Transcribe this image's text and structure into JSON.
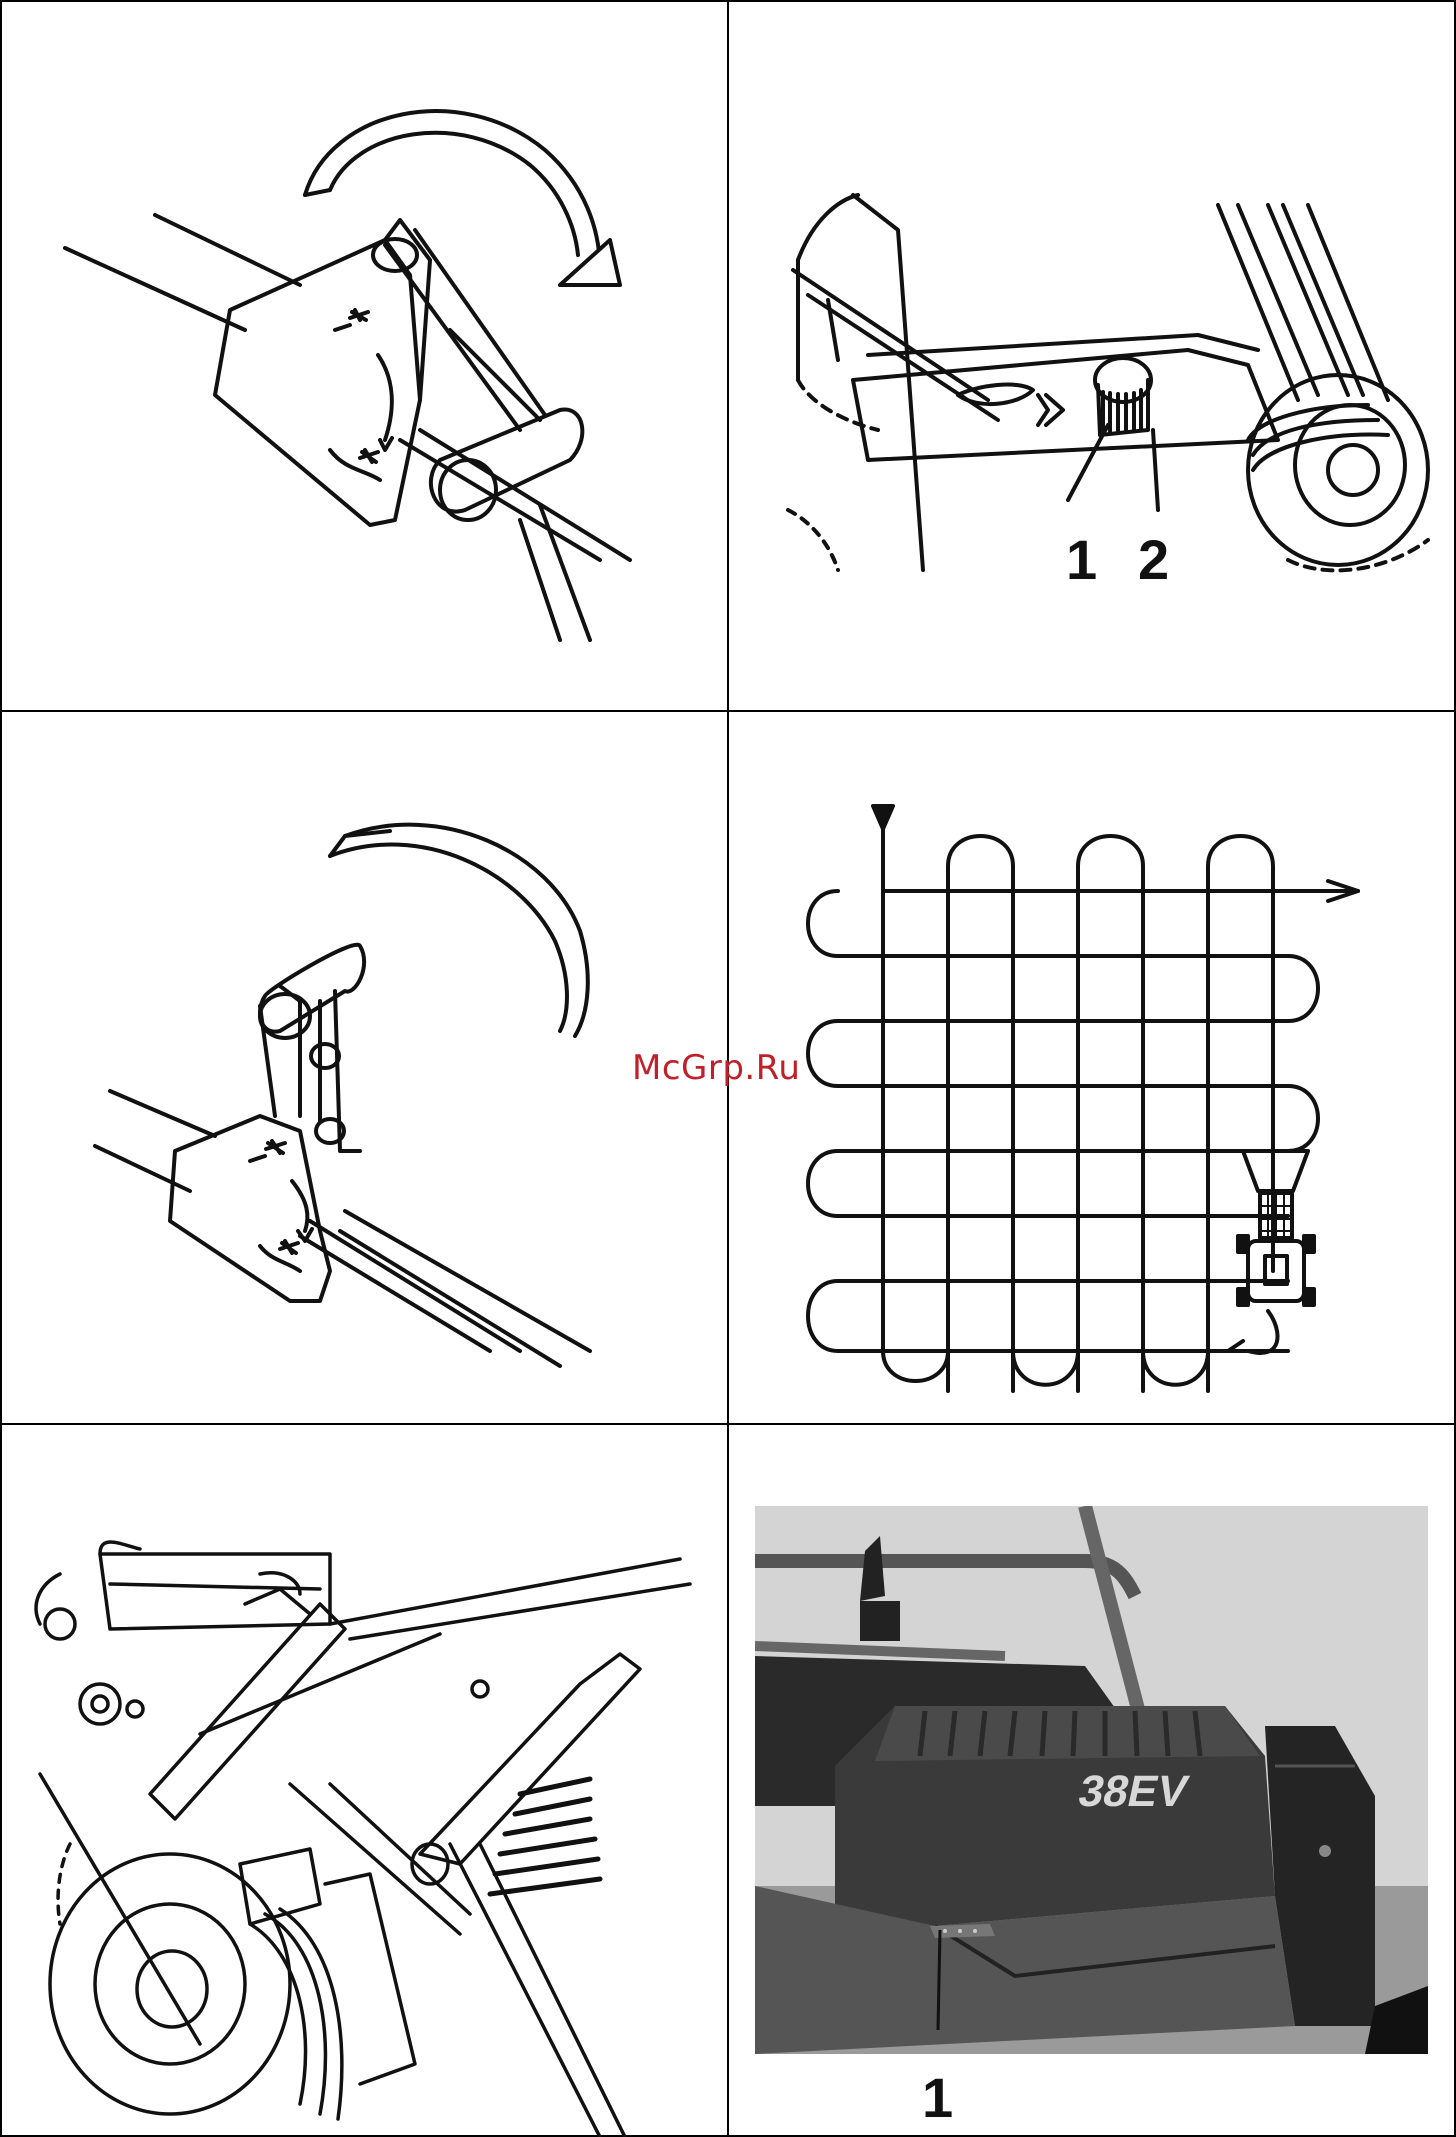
{
  "watermark": "McGrp.Ru",
  "panels": [
    {
      "id": "top-left",
      "callouts": []
    },
    {
      "id": "top-right",
      "callouts": [
        "1",
        "2"
      ]
    },
    {
      "id": "middle-left",
      "callouts": []
    },
    {
      "id": "middle-right",
      "callouts": []
    },
    {
      "id": "bottom-left",
      "callouts": []
    },
    {
      "id": "bottom-right",
      "callouts": [
        "1"
      ],
      "badge": "38EV"
    }
  ],
  "colors": {
    "line": "#111111",
    "border": "#000000",
    "watermark": "#c0202a"
  }
}
